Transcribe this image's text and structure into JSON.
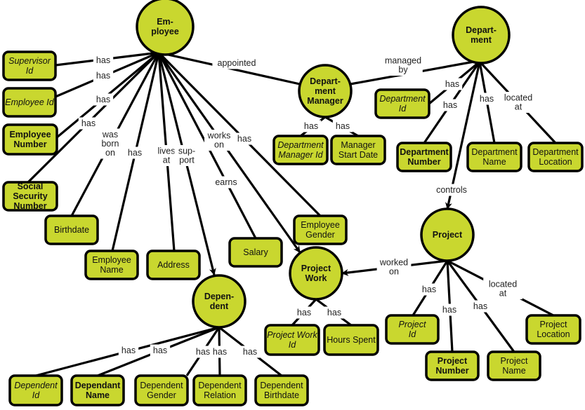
{
  "diagram": {
    "type": "entity-relationship concept map",
    "colors": {
      "fill": "#c9d72f",
      "stroke": "#000000",
      "background": "#ffffff"
    },
    "entities": [
      {
        "id": "employee",
        "lines": [
          "Em-",
          "ployee"
        ]
      },
      {
        "id": "department_manager",
        "lines": [
          "Depart-",
          "ment",
          "Manager"
        ]
      },
      {
        "id": "department",
        "lines": [
          "Depart-",
          "ment"
        ]
      },
      {
        "id": "project",
        "lines": [
          "Project"
        ]
      },
      {
        "id": "project_work",
        "lines": [
          "Project",
          "Work"
        ]
      },
      {
        "id": "dependent",
        "lines": [
          "Depen-",
          "dent"
        ]
      }
    ],
    "attributes": [
      {
        "id": "supervisor_id",
        "lines": [
          "Supervisor",
          "Id"
        ],
        "style": "italic"
      },
      {
        "id": "employee_id",
        "lines": [
          "Employee Id"
        ],
        "style": "italic"
      },
      {
        "id": "employee_number",
        "lines": [
          "Employee",
          "Number"
        ],
        "style": "bold"
      },
      {
        "id": "ssn",
        "lines": [
          "Social",
          "Security",
          "Number"
        ],
        "style": "bold"
      },
      {
        "id": "birthdate",
        "lines": [
          "Birthdate"
        ],
        "style": "normal"
      },
      {
        "id": "employee_name",
        "lines": [
          "Employee",
          "Name"
        ],
        "style": "normal"
      },
      {
        "id": "address",
        "lines": [
          "Address"
        ],
        "style": "normal"
      },
      {
        "id": "salary",
        "lines": [
          "Salary"
        ],
        "style": "normal"
      },
      {
        "id": "employee_gender",
        "lines": [
          "Employee",
          "Gender"
        ],
        "style": "normal"
      },
      {
        "id": "dept_manager_id",
        "lines": [
          "Department",
          "Manager Id"
        ],
        "style": "italic"
      },
      {
        "id": "manager_start_date",
        "lines": [
          "Manager",
          "Start Date"
        ],
        "style": "normal"
      },
      {
        "id": "department_id",
        "lines": [
          "Department",
          "Id"
        ],
        "style": "italic"
      },
      {
        "id": "department_number",
        "lines": [
          "Department",
          "Number"
        ],
        "style": "bold"
      },
      {
        "id": "department_name",
        "lines": [
          "Department",
          "Name"
        ],
        "style": "normal"
      },
      {
        "id": "department_location",
        "lines": [
          "Department",
          "Location"
        ],
        "style": "normal"
      },
      {
        "id": "project_id",
        "lines": [
          "Project",
          "Id"
        ],
        "style": "italic"
      },
      {
        "id": "project_number",
        "lines": [
          "Project",
          "Number"
        ],
        "style": "bold"
      },
      {
        "id": "project_name",
        "lines": [
          "Project",
          "Name"
        ],
        "style": "normal"
      },
      {
        "id": "project_location",
        "lines": [
          "Project",
          "Location"
        ],
        "style": "normal"
      },
      {
        "id": "project_work_id",
        "lines": [
          "Project Work",
          "Id"
        ],
        "style": "italic"
      },
      {
        "id": "hours_spent",
        "lines": [
          "Hours Spent"
        ],
        "style": "normal"
      },
      {
        "id": "dependent_id",
        "lines": [
          "Dependent",
          "Id"
        ],
        "style": "italic"
      },
      {
        "id": "dependant_name",
        "lines": [
          "Dependant",
          "Name"
        ],
        "style": "bold"
      },
      {
        "id": "dependent_gender",
        "lines": [
          "Dependent",
          "Gender"
        ],
        "style": "normal"
      },
      {
        "id": "dependent_relation",
        "lines": [
          "Dependent",
          "Relation"
        ],
        "style": "normal"
      },
      {
        "id": "dependent_birthdate",
        "lines": [
          "Dependent",
          "Birthdate"
        ],
        "style": "normal"
      }
    ],
    "relations": [
      {
        "from": "employee",
        "to": "supervisor_id",
        "label": [
          "has"
        ],
        "arrow": false
      },
      {
        "from": "employee",
        "to": "employee_id",
        "label": [
          "has"
        ],
        "arrow": false
      },
      {
        "from": "employee",
        "to": "employee_number",
        "label": [
          "has"
        ],
        "arrow": false
      },
      {
        "from": "employee",
        "to": "ssn",
        "label": [
          "has"
        ],
        "arrow": false
      },
      {
        "from": "employee",
        "to": "birthdate",
        "label": [
          "was",
          "born",
          "on"
        ],
        "arrow": false
      },
      {
        "from": "employee",
        "to": "employee_name",
        "label": [
          "has"
        ],
        "arrow": false
      },
      {
        "from": "employee",
        "to": "address",
        "label": [
          "lives",
          "at"
        ],
        "arrow": false
      },
      {
        "from": "employee",
        "to": "dependent",
        "label": [
          "sup-",
          "port"
        ],
        "arrow": true
      },
      {
        "from": "employee",
        "to": "salary",
        "label": [
          "earns"
        ],
        "arrow": false
      },
      {
        "from": "employee",
        "to": "project_work",
        "label": [
          "works",
          "on"
        ],
        "arrow": true
      },
      {
        "from": "employee",
        "to": "employee_gender",
        "label": [
          "has"
        ],
        "arrow": false
      },
      {
        "from": "employee",
        "to": "department_manager",
        "label": [
          "appointed"
        ],
        "arrow": false
      },
      {
        "from": "department",
        "to": "department_manager",
        "label": [
          "managed",
          "by"
        ],
        "arrow": false
      },
      {
        "from": "department_manager",
        "to": "dept_manager_id",
        "label": [
          "has"
        ],
        "arrow": false
      },
      {
        "from": "department_manager",
        "to": "manager_start_date",
        "label": [
          "has"
        ],
        "arrow": false
      },
      {
        "from": "department",
        "to": "department_id",
        "label": [
          "has"
        ],
        "arrow": false
      },
      {
        "from": "department",
        "to": "department_number",
        "label": [
          "has"
        ],
        "arrow": false
      },
      {
        "from": "department",
        "to": "department_name",
        "label": [
          "has"
        ],
        "arrow": false
      },
      {
        "from": "department",
        "to": "department_location",
        "label": [
          "located",
          "at"
        ],
        "arrow": false
      },
      {
        "from": "department",
        "to": "project",
        "label": [
          "controls"
        ],
        "arrow": true
      },
      {
        "from": "project",
        "to": "project_work",
        "label": [
          "worked",
          "on"
        ],
        "arrow": true
      },
      {
        "from": "project",
        "to": "project_id",
        "label": [
          "has"
        ],
        "arrow": false
      },
      {
        "from": "project",
        "to": "project_number",
        "label": [
          "has"
        ],
        "arrow": false
      },
      {
        "from": "project",
        "to": "project_name",
        "label": [
          "has"
        ],
        "arrow": false
      },
      {
        "from": "project",
        "to": "project_location",
        "label": [
          "located",
          "at"
        ],
        "arrow": false
      },
      {
        "from": "project_work",
        "to": "project_work_id",
        "label": [
          "has"
        ],
        "arrow": false
      },
      {
        "from": "project_work",
        "to": "hours_spent",
        "label": [
          "has"
        ],
        "arrow": false
      },
      {
        "from": "dependent",
        "to": "dependent_id",
        "label": [
          "has"
        ],
        "arrow": false
      },
      {
        "from": "dependent",
        "to": "dependant_name",
        "label": [
          "has"
        ],
        "arrow": false
      },
      {
        "from": "dependent",
        "to": "dependent_gender",
        "label": [
          "has"
        ],
        "arrow": false
      },
      {
        "from": "dependent",
        "to": "dependent_relation",
        "label": [
          "has"
        ],
        "arrow": false
      },
      {
        "from": "dependent",
        "to": "dependent_birthdate",
        "label": [
          "has"
        ],
        "arrow": false
      }
    ]
  }
}
